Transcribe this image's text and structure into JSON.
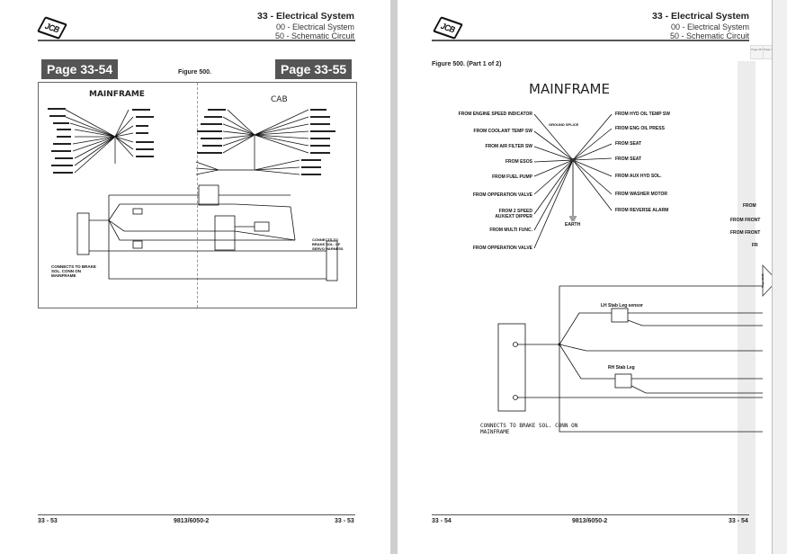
{
  "left_page": {
    "logo": "JCB",
    "header": {
      "section": "33 - Electrical System",
      "subsection": "00 - Electrical System",
      "topic": "50 - Schematic Circuit"
    },
    "badges": [
      "Page 33-54",
      "Page 33-55"
    ],
    "figure_label": "Figure 500.",
    "diagram": {
      "mainframe_title": "MAINFRAME",
      "cab_title": "CAB",
      "brake_note_left": "CONNECTS TO BRAKE SOL. CONN ON MAINFRAME",
      "brake_note_right": "CONNECTS TO BRAKE SOL. OF SERVO HARNESS"
    },
    "footer": {
      "left": "33 - 53",
      "center": "9813/6050-2",
      "right": "33 - 53"
    }
  },
  "right_page": {
    "logo": "JCB",
    "header": {
      "section": "33 - Electrical System",
      "subsection": "00 - Electrical System",
      "topic": "50 - Schematic Circuit"
    },
    "page_nav_buttons": [
      "Page 33-54",
      "Page 33-55"
    ],
    "figure_label": "Figure 500. (Part 1 of 2)",
    "diagram": {
      "title": "MAINFRAME",
      "splice_label": "GROUND SPLICE",
      "earth_label": "EARTH",
      "left_connectors": [
        "FROM ENGINE SPEED INDICATOR",
        "FROM COOLANT TEMP SW",
        "FROM AIR FILTER SW",
        "FROM ESOS",
        "FROM FUEL PUMP",
        "FROM OPPERATION VALVE",
        "FROM 2 SPEED AUX/EXT DIPPER",
        "FROM MULTI FUNC.",
        "FROM OPPERATION VALVE"
      ],
      "right_connectors": [
        "FROM HYD OIL TEMP SW",
        "FROM ENG OIL PRESS",
        "FROM SEAT",
        "FROM SEAT",
        "FROM AUX HYD SOL.",
        "FROM WASHER MOTOR",
        "FROM REVERSE ALARM"
      ],
      "cutoff_labels": [
        "FROM",
        "FROM FRONT",
        "FROM FRONT",
        "FR"
      ],
      "lh_sensor": "LH Stab Leg sensor",
      "rh_sensor": "RH Stab Leg",
      "brake_note": "CONNECTS TO BRAKE SOL. CONN ON MAINFRAME",
      "continue_arrow": "Page 33-55"
    },
    "footer": {
      "left": "33 - 54",
      "center": "9813/6050-2",
      "right": "33 - 54"
    }
  }
}
